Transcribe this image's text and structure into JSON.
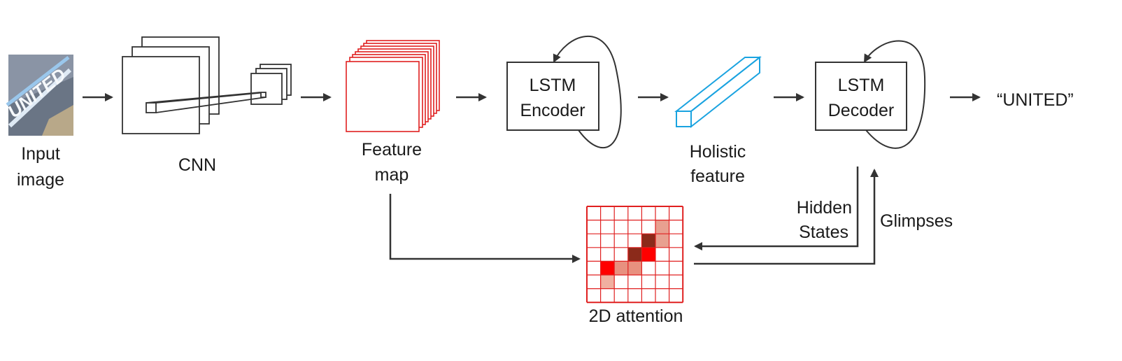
{
  "diagram": {
    "input": {
      "label_line1": "Input",
      "label_line2": "image",
      "image_text": "UNITED"
    },
    "cnn": {
      "label": "CNN"
    },
    "feature_map": {
      "label_line1": "Feature",
      "label_line2": "map"
    },
    "encoder": {
      "line1": "LSTM",
      "line2": "Encoder"
    },
    "holistic": {
      "label_line1": "Holistic",
      "label_line2": "feature"
    },
    "decoder": {
      "line1": "LSTM",
      "line2": "Decoder"
    },
    "output": {
      "text": "“UNITED”"
    },
    "hidden_states": {
      "line1": "Hidden",
      "line2": "States"
    },
    "glimpses": {
      "label": "Glimpses"
    },
    "attention": {
      "label": "2D attention",
      "grid_rows": 7,
      "grid_cols": 7,
      "cells": [
        {
          "row": 1,
          "col": 5,
          "color": "#e8a090"
        },
        {
          "row": 2,
          "col": 4,
          "color": "#8b2a1a"
        },
        {
          "row": 2,
          "col": 5,
          "color": "#e8a090"
        },
        {
          "row": 3,
          "col": 3,
          "color": "#8b2a1a"
        },
        {
          "row": 3,
          "col": 4,
          "color": "#ff0000"
        },
        {
          "row": 4,
          "col": 1,
          "color": "#ff0000"
        },
        {
          "row": 4,
          "col": 2,
          "color": "#e8907f"
        },
        {
          "row": 4,
          "col": 3,
          "color": "#e8907f"
        },
        {
          "row": 5,
          "col": 1,
          "color": "#f0b0a0"
        }
      ]
    },
    "colors": {
      "line": "#333333",
      "feature_map": "#e02020",
      "holistic": "#1aa3e0",
      "attention_grid": "#e02020"
    }
  }
}
